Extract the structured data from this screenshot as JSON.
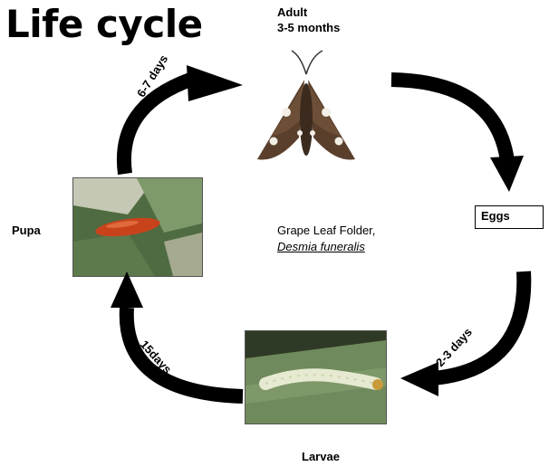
{
  "title": "Life cycle",
  "stages": {
    "adult": {
      "name": "Adult",
      "duration": "3-5 months"
    },
    "eggs": {
      "name": "Eggs"
    },
    "larvae": {
      "name": "Larvae"
    },
    "pupa": {
      "name": "Pupa"
    }
  },
  "species": {
    "common": "Grape Leaf Folder,",
    "scientific": "Desmia funeralis"
  },
  "transitions": {
    "pupa_to_adult": "6-7 days",
    "eggs_to_larvae": "2-3 days",
    "larvae_to_pupa": "15days"
  },
  "colors": {
    "arrow": "#000000",
    "pupa": "#c8431c",
    "larva": "#e6ead0",
    "leaf": "#6f8a5c"
  }
}
